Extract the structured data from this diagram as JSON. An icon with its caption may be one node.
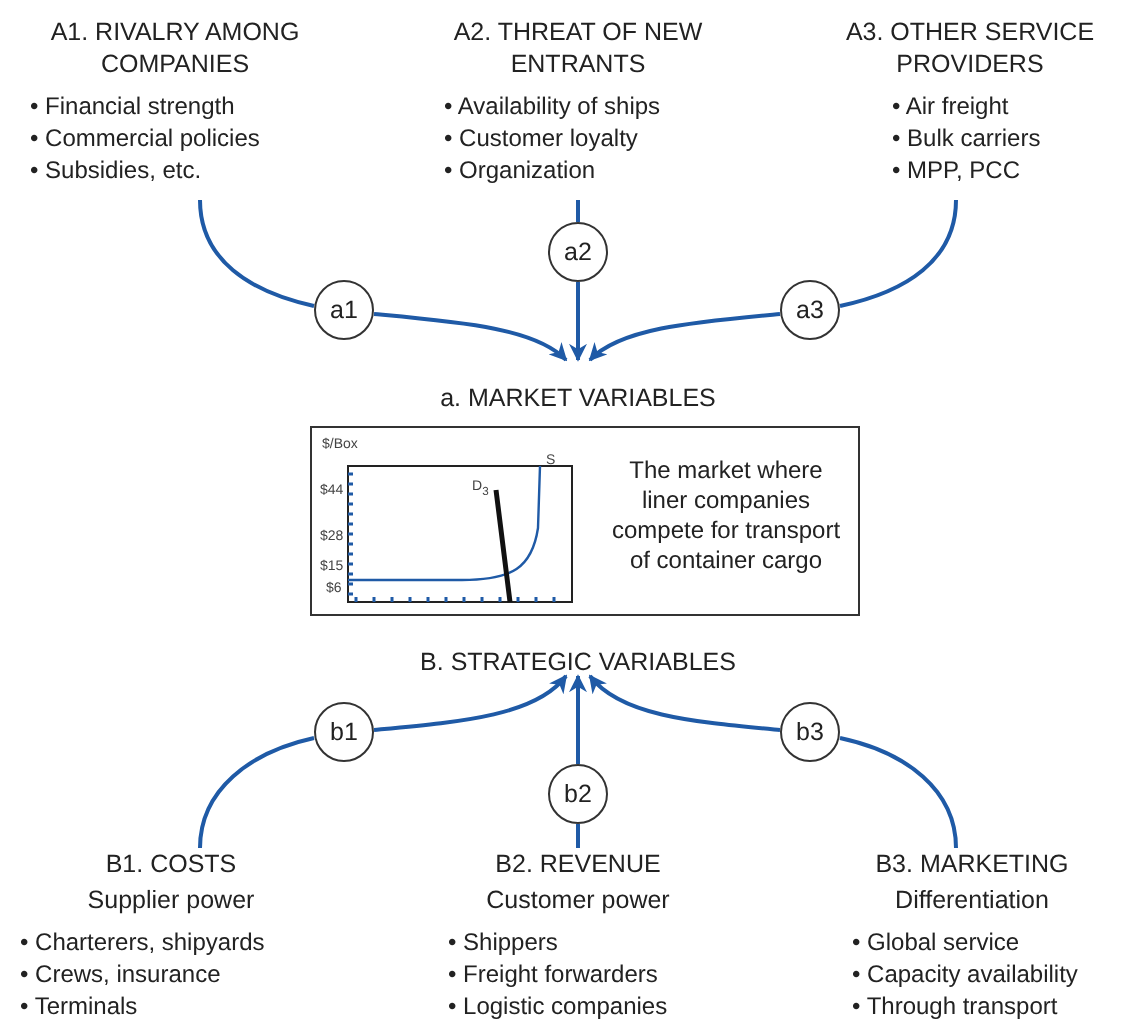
{
  "diagram": {
    "nodes": [
      {
        "text": [
          "A1. RIVALRY AMONG COMPANIES",
          "• Financial strength",
          "• Commercial policies",
          "• Subsidies, etc."
        ]
      },
      {
        "text": [
          "A2. THREAT OF NEW ENTRANTS",
          "• Availability of ships",
          "• Customer loyalty",
          "• Organization"
        ]
      },
      {
        "text": [
          "A3. OTHER SERVICE PROVIDERS",
          "• Air freight",
          "• Bulk carriers",
          "• MPP, PCC"
        ]
      },
      {
        "text": [
          "a1"
        ]
      },
      {
        "text": [
          "a2"
        ]
      },
      {
        "text": [
          "a3"
        ]
      },
      {
        "text": [
          "a. MARKET VARIABLES"
        ]
      },
      {
        "text": [
          "The market where liner companies compete for transport of container cargo"
        ]
      },
      {
        "text": [
          "B. STRATEGIC VARIABLES"
        ]
      },
      {
        "text": [
          "b1"
        ]
      },
      {
        "text": [
          "b2"
        ]
      },
      {
        "text": [
          "b3"
        ]
      },
      {
        "text": [
          "B1. COSTS",
          "Supplier power",
          "• Charterers, shipyards",
          "• Crews, insurance",
          "• Terminals"
        ]
      },
      {
        "text": [
          "B2. REVENUE",
          "Customer power",
          "• Shippers",
          "• Freight forwarders",
          "• Logistic companies"
        ]
      },
      {
        "text": [
          "B3. MARKETING",
          "Differentiation",
          "• Global service",
          "• Capacity availability",
          "• Through transport"
        ]
      }
    ],
    "edges": [
      {
        "from": 0,
        "to": 3,
        "arrow": "none"
      },
      {
        "from": 3,
        "to": 6,
        "arrow": "to"
      },
      {
        "from": 1,
        "to": 4,
        "arrow": "none"
      },
      {
        "from": 4,
        "to": 6,
        "arrow": "to"
      },
      {
        "from": 2,
        "to": 5,
        "arrow": "none"
      },
      {
        "from": 5,
        "to": 6,
        "arrow": "to"
      },
      {
        "from": 12,
        "to": 9,
        "arrow": "none"
      },
      {
        "from": 9,
        "to": 8,
        "arrow": "to"
      },
      {
        "from": 13,
        "to": 10,
        "arrow": "none"
      },
      {
        "from": 10,
        "to": 8,
        "arrow": "to"
      },
      {
        "from": 14,
        "to": 11,
        "arrow": "none"
      },
      {
        "from": 11,
        "to": 8,
        "arrow": "to"
      }
    ],
    "labels": [
      "$/Box",
      "$44",
      "$28",
      "$15",
      "$6",
      "D$_{3}$",
      "S"
    ]
  }
}
